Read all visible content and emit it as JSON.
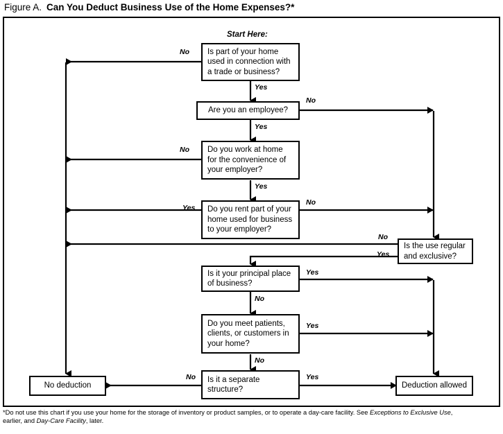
{
  "figure": {
    "label": "Figure A.",
    "title": "Can You Deduct Business Use of the Home Expenses?*",
    "start_here": "Start Here:"
  },
  "nodes": {
    "home_trade_business": {
      "id": "home-used-trade-business",
      "lines": [
        "Is part of your home",
        "used in connection with",
        "a trade or business?"
      ]
    },
    "employee": {
      "id": "are-you-an-employee",
      "lines": [
        "Are you an employee?"
      ]
    },
    "convenience": {
      "id": "work-at-home-convenience-employer",
      "lines": [
        "Do you work at home",
        "for the convenience of",
        "your employer?"
      ]
    },
    "rent_to_employer": {
      "id": "rent-part-of-home-to-employer",
      "lines": [
        "Do you rent part of your",
        "home used for business",
        "to your employer?"
      ]
    },
    "regular_exclusive": {
      "id": "use-regular-and-exclusive",
      "lines": [
        "Is the use regular",
        "and exclusive?"
      ]
    },
    "principal_place": {
      "id": "principal-place-of-business",
      "lines": [
        "Is it your principal place",
        "of business?"
      ]
    },
    "meet_patients": {
      "id": "meet-patients-clients-customers",
      "lines": [
        "Do you meet patients,",
        "clients, or customers in",
        "your home?"
      ]
    },
    "separate_structure": {
      "id": "separate-structure",
      "lines": [
        "Is it a separate",
        "structure?"
      ]
    },
    "no_deduction": {
      "id": "no-deduction",
      "lines": [
        "No deduction"
      ]
    },
    "deduction_allowed": {
      "id": "deduction-allowed",
      "lines": [
        "Deduction allowed"
      ]
    }
  },
  "edge_labels": {
    "home_no": "No",
    "home_yes": "Yes",
    "employee_no": "No",
    "employee_yes": "Yes",
    "convenience_no": "No",
    "convenience_yes": "Yes",
    "rent_yes": "Yes",
    "rent_no": "No",
    "regular_no": "No",
    "regular_yes": "Yes",
    "principal_yes": "Yes",
    "principal_no": "No",
    "patients_yes": "Yes",
    "patients_no": "No",
    "structure_no": "No",
    "structure_yes": "Yes"
  },
  "footnote": {
    "part1": "*Do not use this chart if you use your home for the storage of inventory or product samples, or to operate a day-care facility.  See ",
    "italic1": "Exceptions to Exclusive Use",
    "part2": ",",
    "part3": "earlier, and ",
    "italic2": "Day-Care Facility",
    "part4": ", later."
  },
  "colors": {
    "ink": "#000000",
    "paper": "#ffffff"
  }
}
